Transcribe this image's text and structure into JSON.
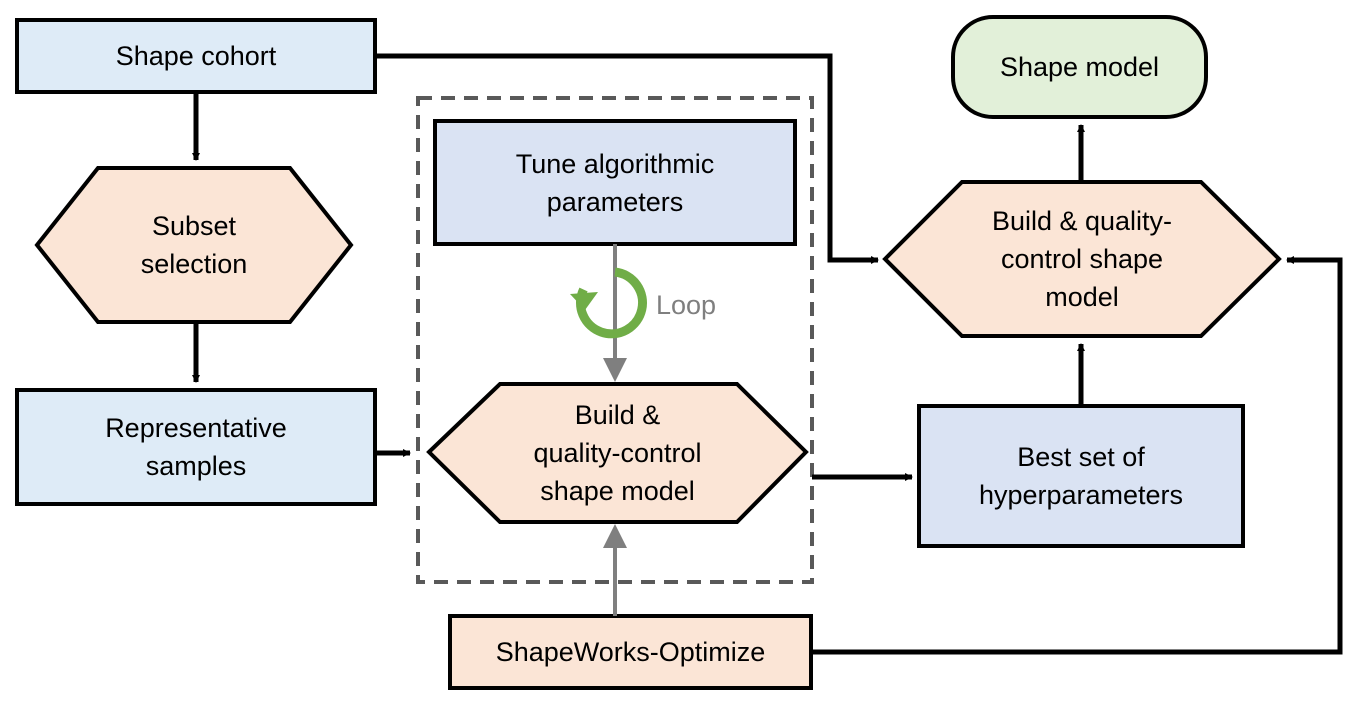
{
  "nodes": {
    "shape_cohort": "Shape cohort",
    "subset_selection": "Subset\nselection",
    "representative_samples": "Representative\nsamples",
    "tune_params": "Tune algorithmic\nparameters",
    "build_qc_inner": "Build &\nquality-control\nshape model",
    "shapeworks_optimize": "ShapeWorks-Optimize",
    "best_hyperparams": "Best set of\nhyperparameters",
    "build_qc_final": "Build & quality-\ncontrol shape\nmodel",
    "shape_model": "Shape model"
  },
  "loop_label": "Loop",
  "colors": {
    "light_blue": "#deebf7",
    "periwinkle": "#dae3f3",
    "peach": "#fbe5d6",
    "light_green": "#e2f0d9",
    "loop_green": "#70ad47",
    "gray_arrow": "#7f7f7f",
    "dashed_border": "#595959"
  }
}
